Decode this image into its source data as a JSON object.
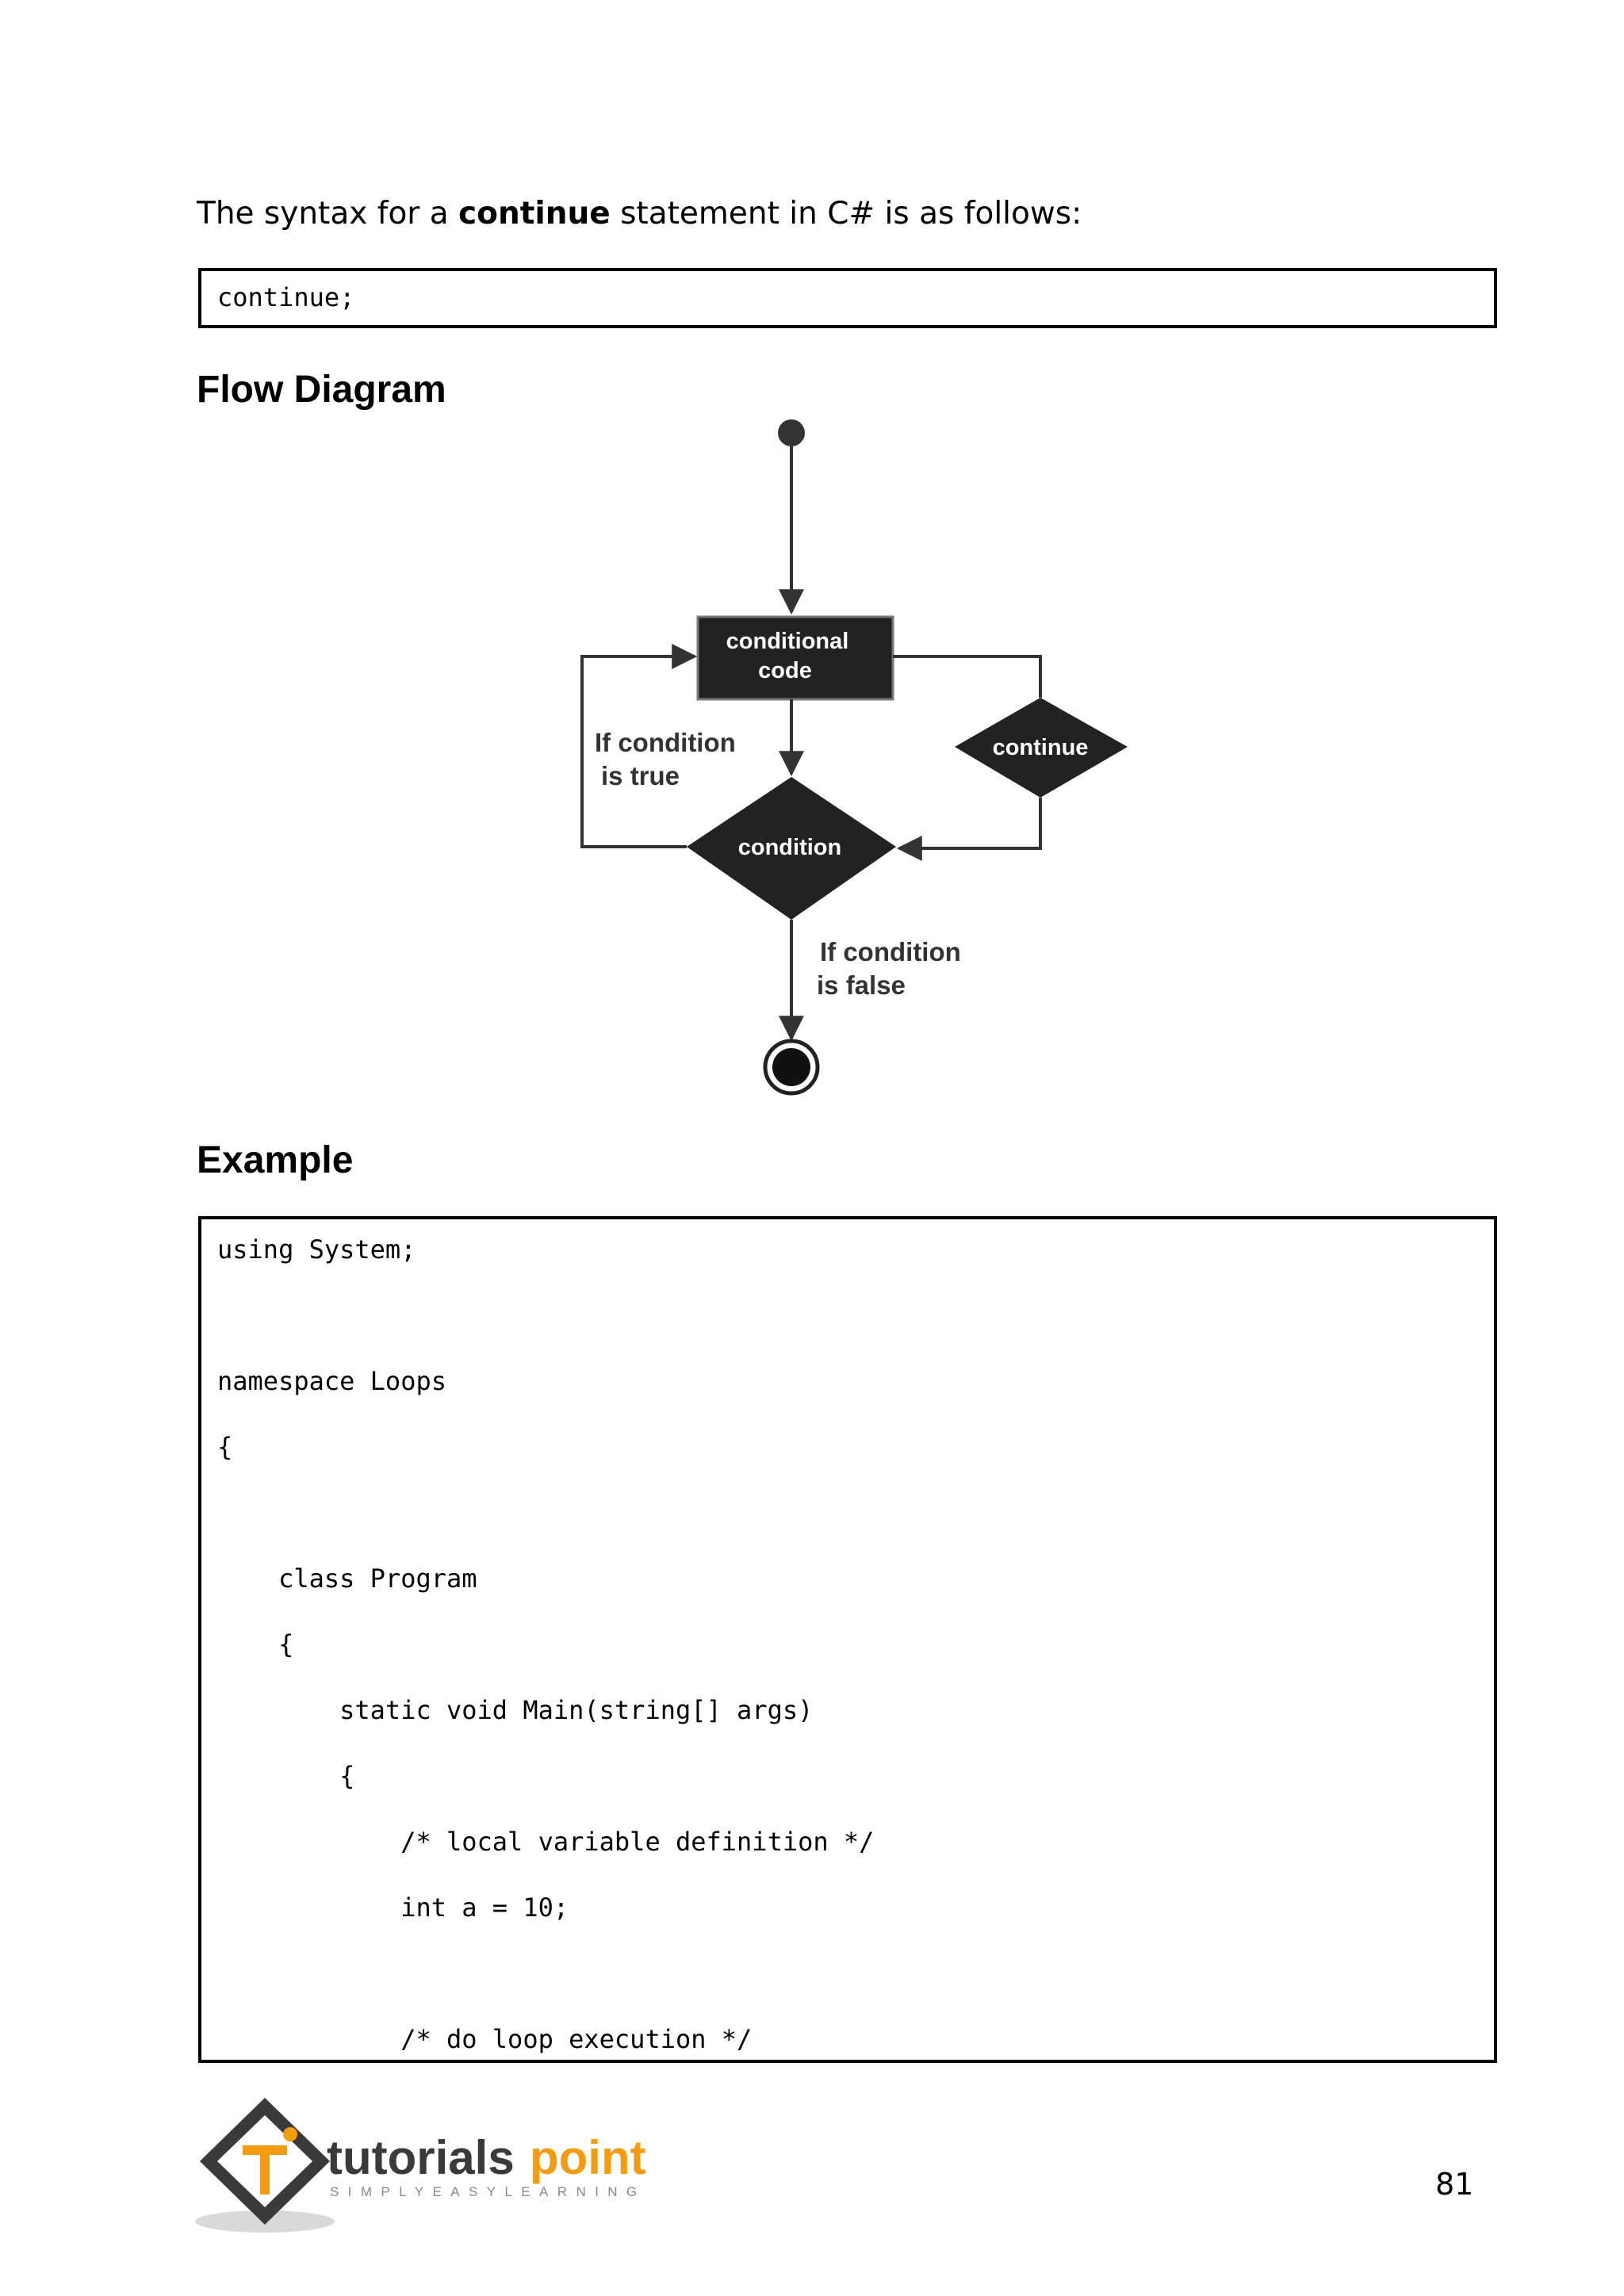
{
  "intro": {
    "prefix": "The syntax for a ",
    "keyword": "continue",
    "suffix": " statement in C# is as follows:"
  },
  "syntax_code": "continue;",
  "flow_heading": "Flow Diagram",
  "diagram": {
    "nodes": {
      "conditional_code": [
        "conditional",
        "code"
      ],
      "condition": "condition",
      "continue": "continue"
    },
    "labels": {
      "true_branch": [
        "If condition",
        "is true"
      ],
      "false_branch": [
        "If condition",
        "is false"
      ]
    }
  },
  "example_heading": "Example",
  "example_code": [
    "using System;",
    "",
    "namespace Loops",
    "{",
    "",
    "    class Program",
    "    {",
    "        static void Main(string[] args)",
    "        {",
    "            /* local variable definition */",
    "            int a = 10;",
    "",
    "            /* do loop execution */"
  ],
  "footer": {
    "logo_word_1": "tutorials",
    "logo_word_2": "point",
    "tagline": "SIMPLYEASYLEARNING",
    "page_number": "81"
  },
  "colors": {
    "logo_dark": "#3a3a3a",
    "logo_orange": "#f39c12"
  }
}
